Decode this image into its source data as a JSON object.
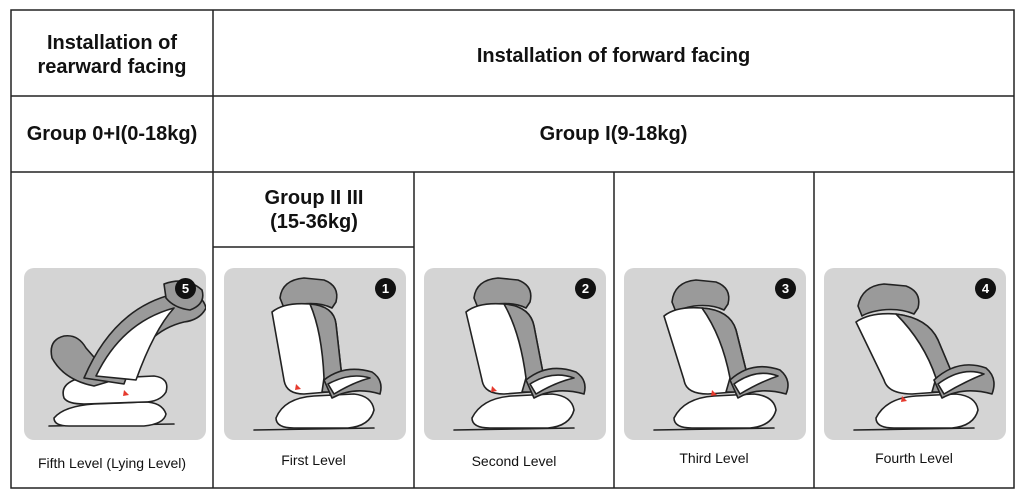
{
  "header": {
    "rearward_title": "Installation of rearward facing",
    "forward_title": "Installation of forward facing"
  },
  "groups": {
    "rearward_group": "Group 0+I(0-18kg)",
    "forward_group": "Group I(9-18kg)",
    "group_2_3": "Group II III (15-36kg)"
  },
  "levels": [
    {
      "badge": "5",
      "caption": "Fifth Level (Lying Level)"
    },
    {
      "badge": "1",
      "caption": "First Level"
    },
    {
      "badge": "2",
      "caption": "Second Level"
    },
    {
      "badge": "3",
      "caption": "Third Level"
    },
    {
      "badge": "4",
      "caption": "Fourth Level"
    }
  ],
  "colors": {
    "card_bg": "#d4d4d4",
    "seat_gray": "#9a9a9a",
    "marker_red": "#e63a2e",
    "grid_line": "#222222"
  },
  "icons": [
    "car-seat-illustration",
    "level-number-badge"
  ]
}
